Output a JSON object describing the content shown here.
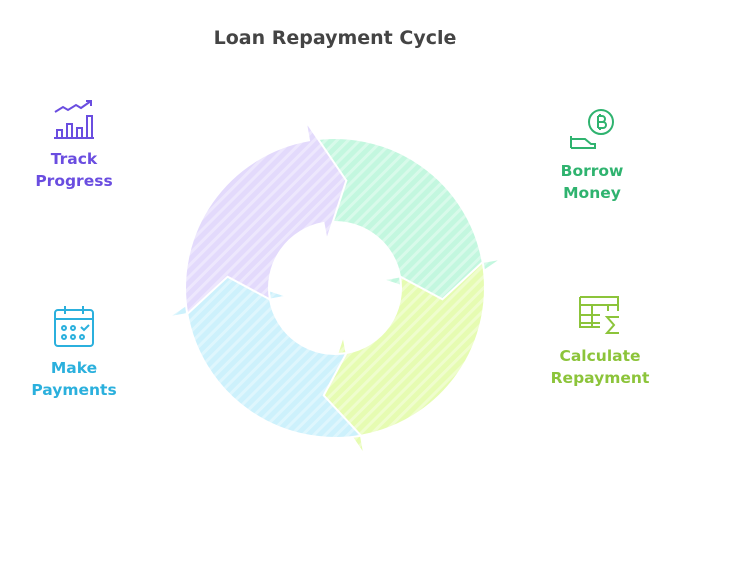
{
  "title": "Loan Repayment Cycle",
  "steps": [
    {
      "label_1": "Borrow",
      "label_2": "Money",
      "icon": "hand-bitcoin-icon",
      "color": "#2fb36f",
      "fill": "#c3f7df"
    },
    {
      "label_1": "Calculate",
      "label_2": "Repayment",
      "icon": "spreadsheet-sum-icon",
      "color": "#8cc43a",
      "fill": "#e6fcb2"
    },
    {
      "label_1": "Make",
      "label_2": "Payments",
      "icon": "calendar-check-icon",
      "color": "#2bb0dd",
      "fill": "#cdf1fc"
    },
    {
      "label_1": "Track",
      "label_2": "Progress",
      "icon": "chart-trend-icon",
      "color": "#6a4de0",
      "fill": "#e3dafc"
    }
  ]
}
